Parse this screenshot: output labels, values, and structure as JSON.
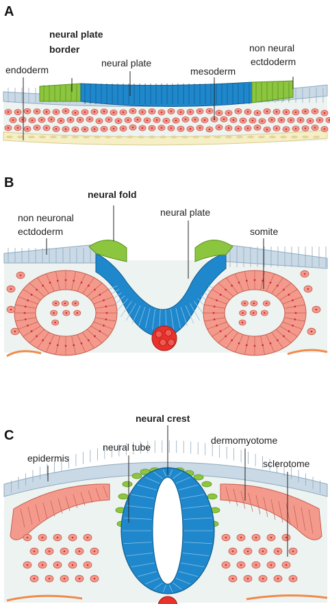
{
  "panels": [
    {
      "letter": "A",
      "labels": {
        "neural_plate_border_1": "neural plate",
        "neural_plate_border_2": "border",
        "endoderm": "endoderm",
        "neural_plate": "neural plate",
        "mesoderm": "mesoderm",
        "non_neural_1": "non neural",
        "non_neural_2": "ectdoderm"
      }
    },
    {
      "letter": "B",
      "labels": {
        "neural_fold": "neural fold",
        "non_neuronal_1": "non neuronal",
        "non_neuronal_2": "ectdoderm",
        "neural_plate": "neural plate",
        "somite": "somite"
      }
    },
    {
      "letter": "C",
      "labels": {
        "neural_crest": "neural crest",
        "epidermis": "epidermis",
        "neural_tube": "neural tube",
        "dermomyotome": "dermomyotome",
        "sclerotome": "sclerotome"
      }
    }
  ],
  "colors": {
    "ectoderm_blue_gray": "#c9d9e6",
    "neural_plate_blue": "#1f88cc",
    "border_green": "#8cc63f",
    "mesoderm_salmon": "#f39a8c",
    "endoderm_yellow": "#f6eec4",
    "notochord_red": "#e8322b",
    "background_tissue": "#edf3f1"
  }
}
